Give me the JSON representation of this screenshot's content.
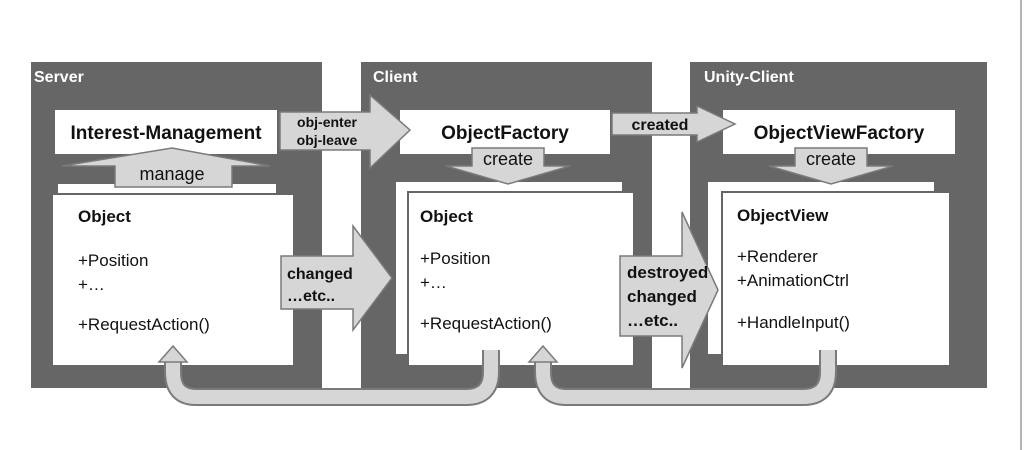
{
  "colors": {
    "panel": "#666666",
    "box": "#ffffff",
    "arrow_fill": "#d6d6d6",
    "arrow_stroke": "#7a7a7a",
    "text": "#111111"
  },
  "panels": {
    "server": {
      "label": "Server",
      "header": "Interest-Management",
      "manage": "manage",
      "object": {
        "title": "Object",
        "lines": [
          "+Position",
          "+…",
          "+RequestAction()"
        ]
      }
    },
    "client": {
      "label": "Client",
      "header": "ObjectFactory",
      "create": "create",
      "object": {
        "title": "Object",
        "lines": [
          "+Position",
          "+…",
          "+RequestAction()"
        ]
      }
    },
    "unity": {
      "label": "Unity-Client",
      "header": "ObjectViewFactory",
      "create": "create",
      "object": {
        "title": "ObjectView",
        "lines": [
          "+Renderer",
          "+AnimationCtrl",
          "+HandleInput()"
        ]
      }
    }
  },
  "arrows": {
    "enter_leave": [
      "obj-enter",
      "obj-leave"
    ],
    "created": "created",
    "changed": [
      "changed",
      "…etc.."
    ],
    "destroyed": [
      "destroyed",
      "changed",
      "…etc.."
    ]
  }
}
